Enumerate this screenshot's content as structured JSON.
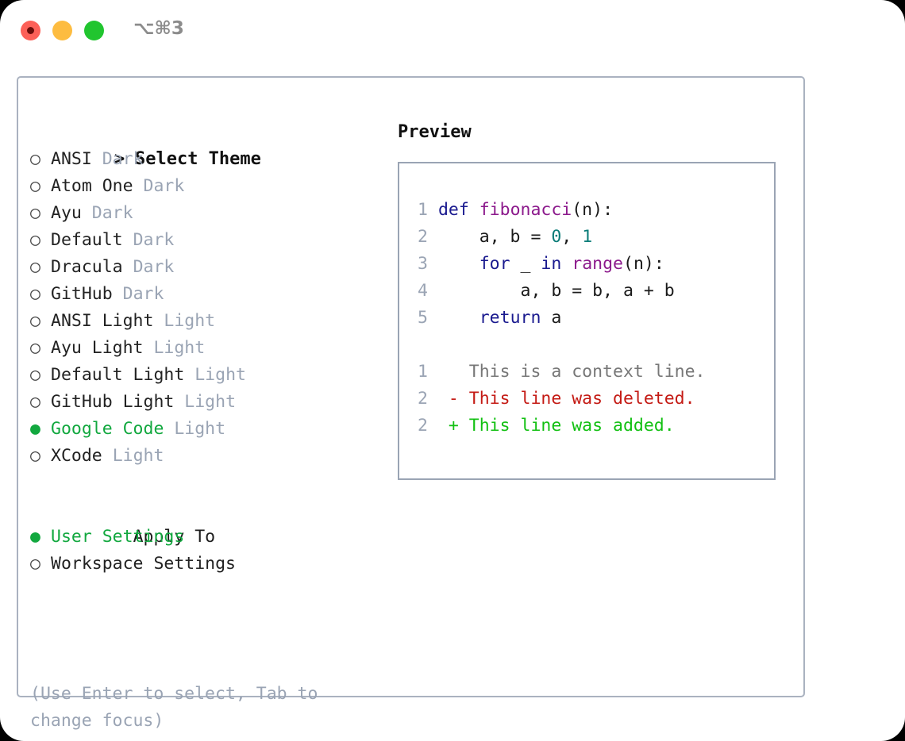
{
  "window": {
    "shortcut_label": "⌥⌘3",
    "traffic_lights": [
      "close-button",
      "minimize-button",
      "maximize-button"
    ],
    "colors": {
      "close": "#fc6058",
      "minimize": "#fdbc40",
      "maximize": "#21c52f",
      "accent_green": "#12a83f",
      "border": "#aab2c0",
      "muted": "#9aa4b4"
    }
  },
  "left_panel": {
    "header": {
      "marker": ">",
      "label": "Select Theme"
    },
    "themes": [
      {
        "marker": "○",
        "name": "ANSI",
        "kind": "Dark",
        "selected": false
      },
      {
        "marker": "○",
        "name": "Atom One",
        "kind": "Dark",
        "selected": false
      },
      {
        "marker": "○",
        "name": "Ayu",
        "kind": "Dark",
        "selected": false
      },
      {
        "marker": "○",
        "name": "Default",
        "kind": "Dark",
        "selected": false
      },
      {
        "marker": "○",
        "name": "Dracula",
        "kind": "Dark",
        "selected": false
      },
      {
        "marker": "○",
        "name": "GitHub",
        "kind": "Dark",
        "selected": false
      },
      {
        "marker": "○",
        "name": "ANSI Light",
        "kind": "Light",
        "selected": false
      },
      {
        "marker": "○",
        "name": "Ayu Light",
        "kind": "Light",
        "selected": false
      },
      {
        "marker": "○",
        "name": "Default Light",
        "kind": "Light",
        "selected": false
      },
      {
        "marker": "○",
        "name": "GitHub Light",
        "kind": "Light",
        "selected": false
      },
      {
        "marker": "●",
        "name": "Google Code",
        "kind": "Light",
        "selected": true
      },
      {
        "marker": "○",
        "name": "XCode",
        "kind": "Light",
        "selected": false
      }
    ],
    "apply_to": {
      "label": "Apply To",
      "options": [
        {
          "marker": "●",
          "label": "User Settings",
          "selected": true
        },
        {
          "marker": "○",
          "label": "Workspace Settings",
          "selected": false
        }
      ]
    },
    "hint": "(Use Enter to select, Tab to change focus)"
  },
  "right_panel": {
    "title": "Preview",
    "code_lines": [
      {
        "no": "1",
        "tokens": [
          {
            "t": "def ",
            "c": "kw"
          },
          {
            "t": "fibonacci",
            "c": "fn"
          },
          {
            "t": "(n):",
            "c": "pl"
          }
        ]
      },
      {
        "no": "2",
        "tokens": [
          {
            "t": "    a, b = ",
            "c": "pl"
          },
          {
            "t": "0",
            "c": "num"
          },
          {
            "t": ", ",
            "c": "pl"
          },
          {
            "t": "1",
            "c": "num"
          }
        ]
      },
      {
        "no": "3",
        "tokens": [
          {
            "t": "    ",
            "c": "pl"
          },
          {
            "t": "for",
            "c": "kw"
          },
          {
            "t": " _ ",
            "c": "pl"
          },
          {
            "t": "in",
            "c": "kw"
          },
          {
            "t": " ",
            "c": "pl"
          },
          {
            "t": "range",
            "c": "fn"
          },
          {
            "t": "(n):",
            "c": "pl"
          }
        ]
      },
      {
        "no": "4",
        "tokens": [
          {
            "t": "        a, b = b, a + b",
            "c": "pl"
          }
        ]
      },
      {
        "no": "5",
        "tokens": [
          {
            "t": "    ",
            "c": "pl"
          },
          {
            "t": "return",
            "c": "kw"
          },
          {
            "t": " a",
            "c": "pl"
          }
        ]
      }
    ],
    "diff_lines": [
      {
        "no": "1",
        "sign": " ",
        "text": " This is a context line.",
        "c": "ctx"
      },
      {
        "no": "2",
        "sign": "-",
        "text": " This line was deleted.",
        "c": "del"
      },
      {
        "no": "2",
        "sign": "+",
        "text": " This line was added.",
        "c": "add"
      }
    ]
  }
}
